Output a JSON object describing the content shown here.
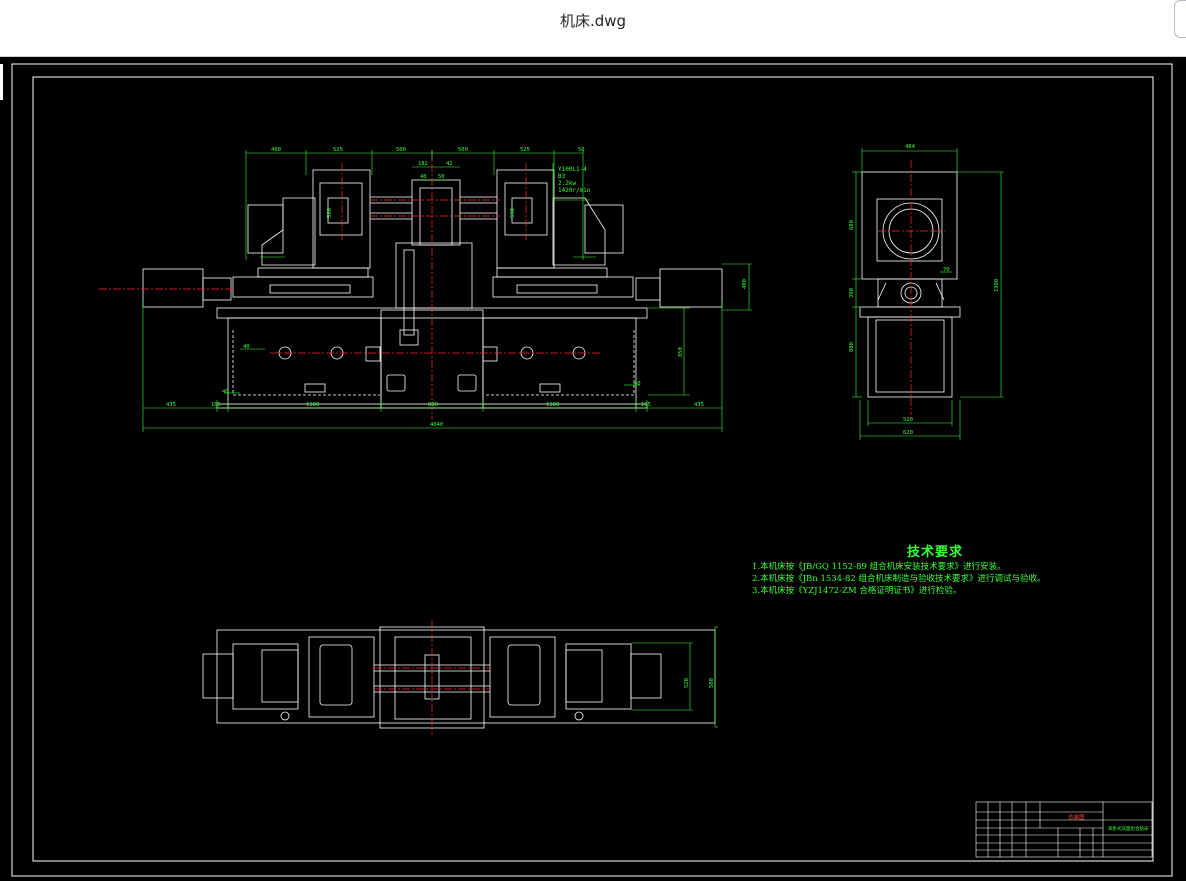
{
  "window": {
    "title": "机床.dwg"
  },
  "colors": {
    "background": "#000000",
    "outline": "#ffffff",
    "dimension": "#38ff38",
    "centerline": "#ff2a2a"
  },
  "front_view": {
    "top_dims": [
      "400",
      "525",
      "500",
      "500",
      "525",
      "50"
    ],
    "inner_dims": [
      "182",
      "42",
      "40",
      "50"
    ],
    "bottom_dims": [
      "435",
      "105",
      "1180",
      "800",
      "1180",
      "105",
      "435"
    ],
    "total_width": "4040",
    "height_dims": [
      "580",
      "590",
      "40",
      "850",
      "40",
      "40",
      "400"
    ],
    "motor_note": [
      "Y100L1-4",
      "B3",
      "2.2kw",
      "1420r/min"
    ]
  },
  "side_view": {
    "top_dim": "484",
    "left_dims": [
      "680",
      "390",
      "880"
    ],
    "right_dims": [
      "1980"
    ],
    "small_dim": "70",
    "bottom_dims": [
      "520",
      "620"
    ]
  },
  "top_view": {
    "dims": [
      "520",
      "580"
    ]
  },
  "tech": {
    "title": "技术要求",
    "lines": [
      "1.本机床按《JB/GQ 1152-89 组合机床安装技术要求》进行安装。",
      "2.本机床按《JBn 1534-82 组合机床制造与验收技术要求》进行调试与验收。",
      "3.本机床按《YZJ1472-ZM 合格证明证书》进行检验。"
    ]
  },
  "title_block": {
    "name": "总装图",
    "drawing": "某卧式双面组合钻床"
  }
}
